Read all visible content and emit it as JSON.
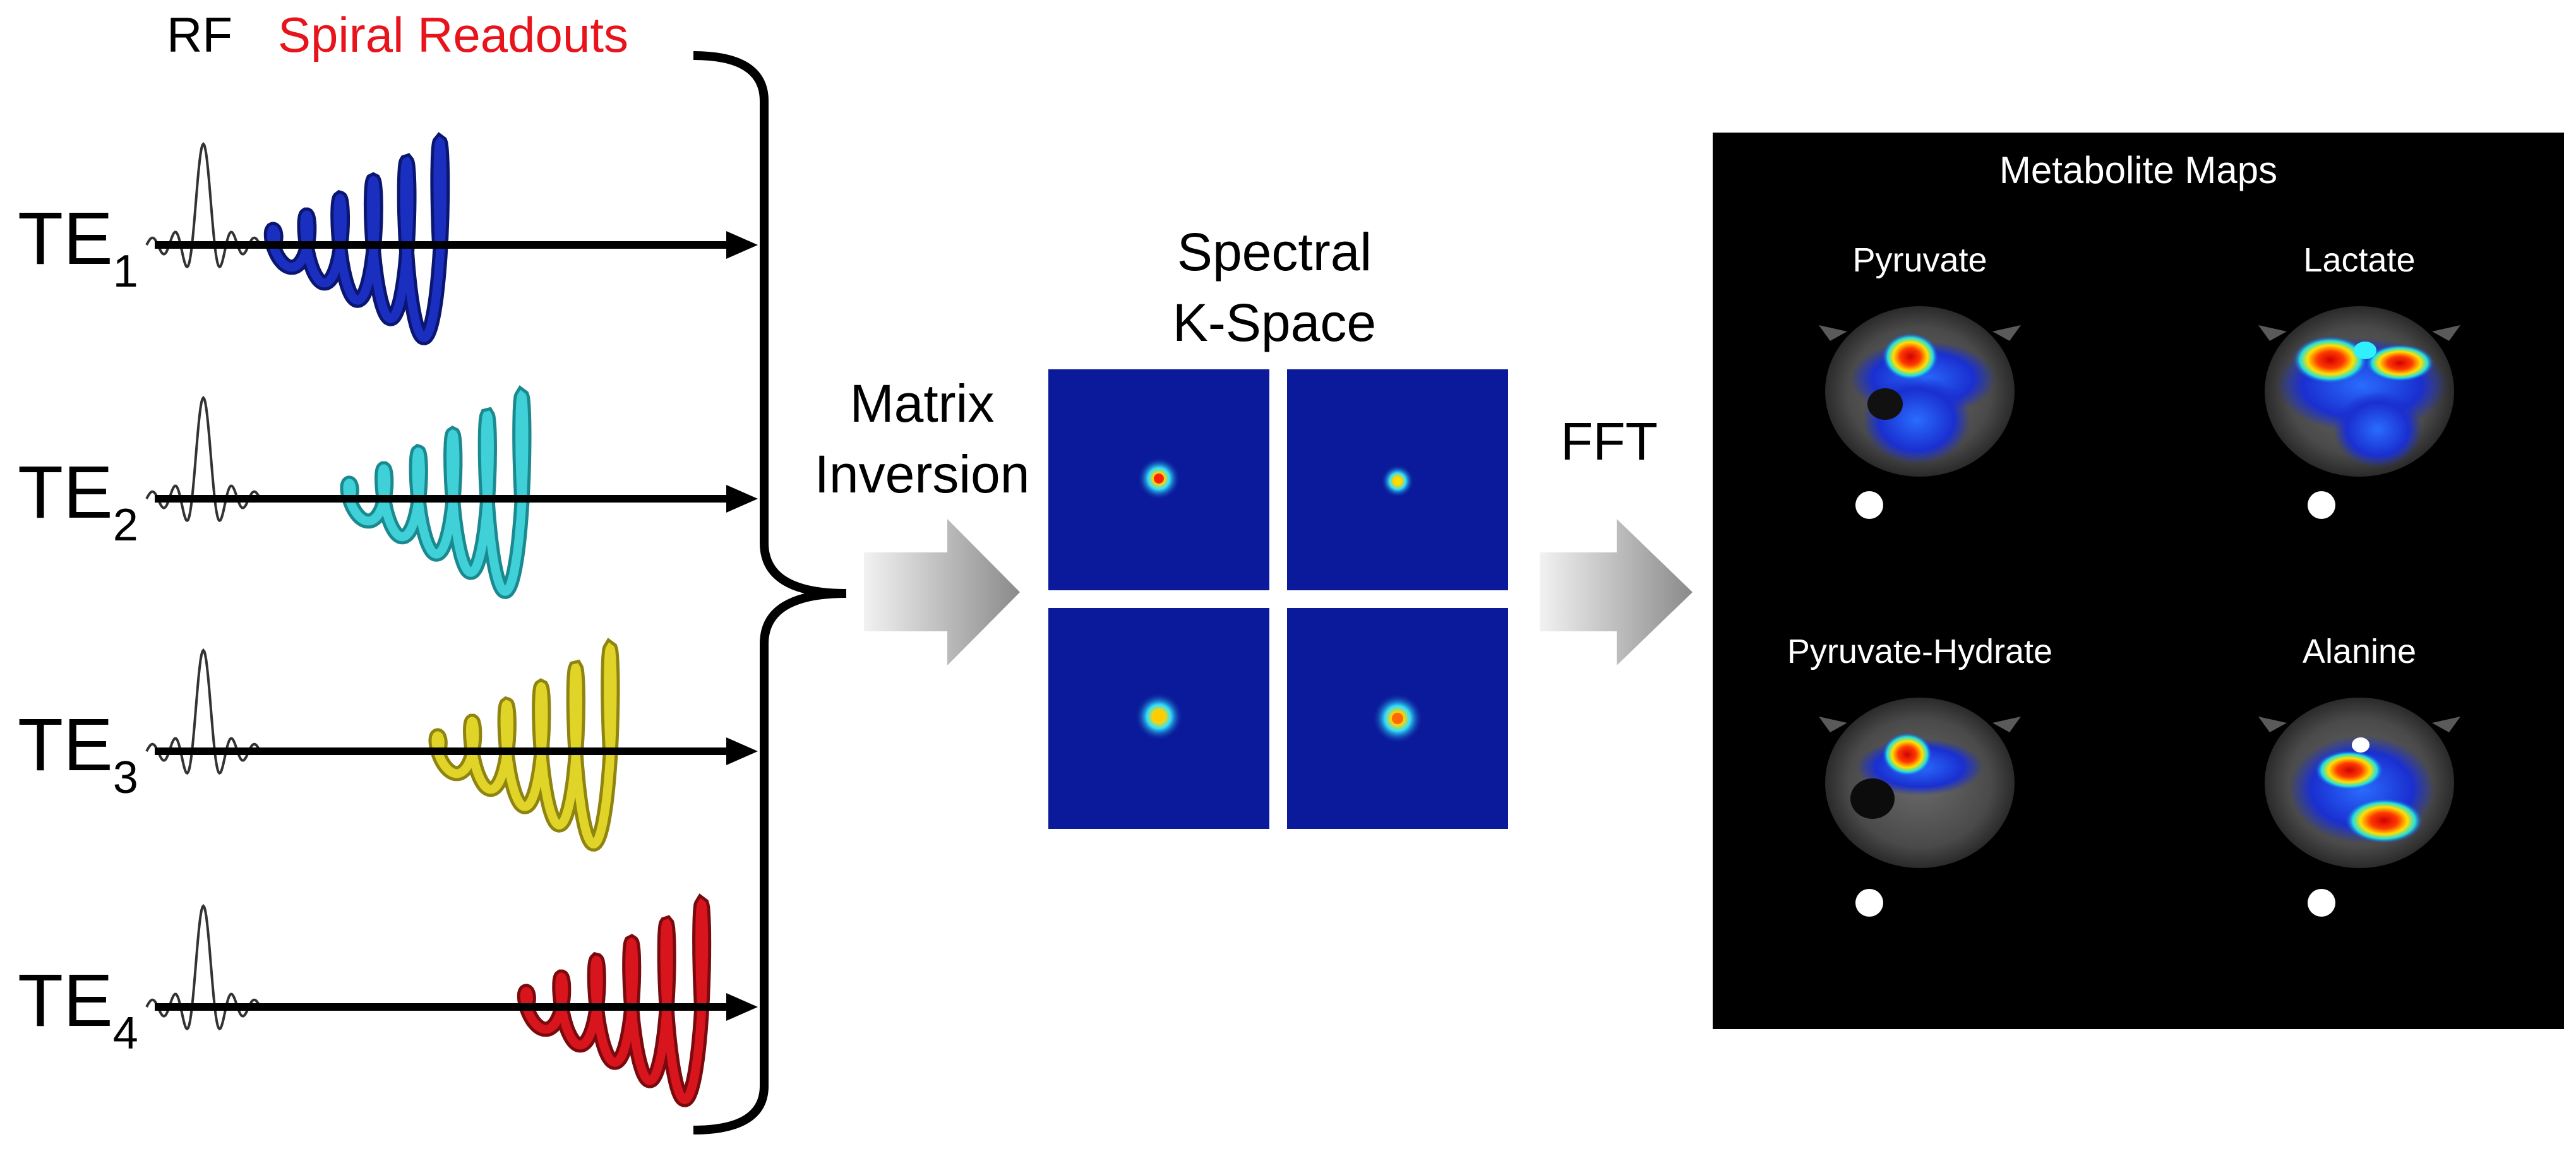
{
  "header": {
    "rf_label": "RF",
    "spiral_label": "Spiral Readouts",
    "spiral_color": "#e8141c"
  },
  "echo_times": [
    {
      "main": "TE",
      "sub": "1",
      "color": "#1a2fc0",
      "dark": "#0a1670"
    },
    {
      "main": "TE",
      "sub": "2",
      "color": "#3fd0d8",
      "dark": "#1b8a90"
    },
    {
      "main": "TE",
      "sub": "3",
      "color": "#e0d428",
      "dark": "#8f8410"
    },
    {
      "main": "TE",
      "sub": "4",
      "color": "#d8141c",
      "dark": "#7a0a0e"
    }
  ],
  "steps": {
    "matrix_line1": "Matrix",
    "matrix_line2": "Inversion",
    "kspace_line1": "Spectral",
    "kspace_line2": "K-Space",
    "fft": "FFT"
  },
  "maps": {
    "title": "Metabolite Maps",
    "pyruvate": "Pyruvate",
    "lactate": "Lactate",
    "pyruvate_hydrate": "Pyruvate-Hydrate",
    "alanine": "Alanine"
  },
  "colors": {
    "kspace_bg": "#0a1a9a",
    "panel_bg": "#000000",
    "arrow_grey": "#9a9a9a"
  }
}
